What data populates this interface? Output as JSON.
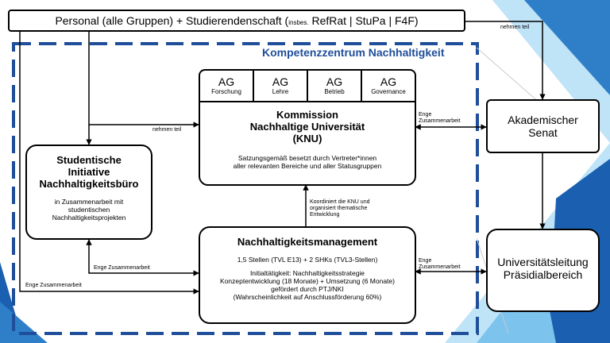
{
  "colors": {
    "accent_blue": "#1f4e9a",
    "light_blue": "#9fd0f0",
    "dark_blue": "#1a5fb4"
  },
  "personal": {
    "main": "Personal (alle Gruppen) + Studierendenschaft (",
    "insbes": "insbes.",
    "groups": " RefRat | StuPa | F4F)"
  },
  "zone_title": "Kompetenzzentrum Nachhaltigkeit",
  "ags": [
    {
      "title": "AG",
      "sub": "Forschung"
    },
    {
      "title": "AG",
      "sub": "Lehre"
    },
    {
      "title": "AG",
      "sub": "Betrieb"
    },
    {
      "title": "AG",
      "sub": "Governance"
    }
  ],
  "knu": {
    "title_line1": "Kommission",
    "title_line2": "Nachhaltige Universität",
    "title_line3": "(KNU)",
    "desc_line1": "Satzungsgemäß besetzt durch Vertreter*innen",
    "desc_line2": "aller relevanten Bereiche und aller Statusgruppen"
  },
  "student": {
    "title_line1": "Studentische",
    "title_line2": "Initiative",
    "title_line3": "Nachhaltigkeitsbüro",
    "desc_line1": "in Zusammenarbeit mit",
    "desc_line2": "studentischen",
    "desc_line3": "Nachhaltigkeitsprojekten"
  },
  "nm": {
    "title": "Nachhaltigkeitsmanagement",
    "staff": "1,5 Stellen (TVL E13) + 2 SHKs (TVL3-Stellen)",
    "line1": "Initialtätigkeit: Nachhaltigkeitsstrategie",
    "line2": "Konzeptentwicklung (18 Monate) + Umsetzung (6 Monate)",
    "line3": "gefördert durch PTJ/NKI",
    "line4": "(Wahrscheinlichkeit auf Anschlussförderung 60%)"
  },
  "senat": {
    "line1": "Akademischer",
    "line2": "Senat"
  },
  "leitung": {
    "line1": "Universitätsleitung",
    "line2": "Präsidialbereich"
  },
  "labels": {
    "nehmen_teil_top": "nehmen teil",
    "nehmen_teil_mid": "nehmen teil",
    "enge_knu_1": "Enge",
    "enge_knu_2": "Zusammenarbeit",
    "enge_nm_1": "Enge",
    "enge_nm_2": "Zusammenarbeit",
    "koord_1": "Koordiniert die KNU und",
    "koord_2": "organisiert thematische",
    "koord_3": "Entwicklung",
    "enge_student": "Enge Zusammenarbeit",
    "enge_personal": "Enge Zusammenarbeit"
  }
}
